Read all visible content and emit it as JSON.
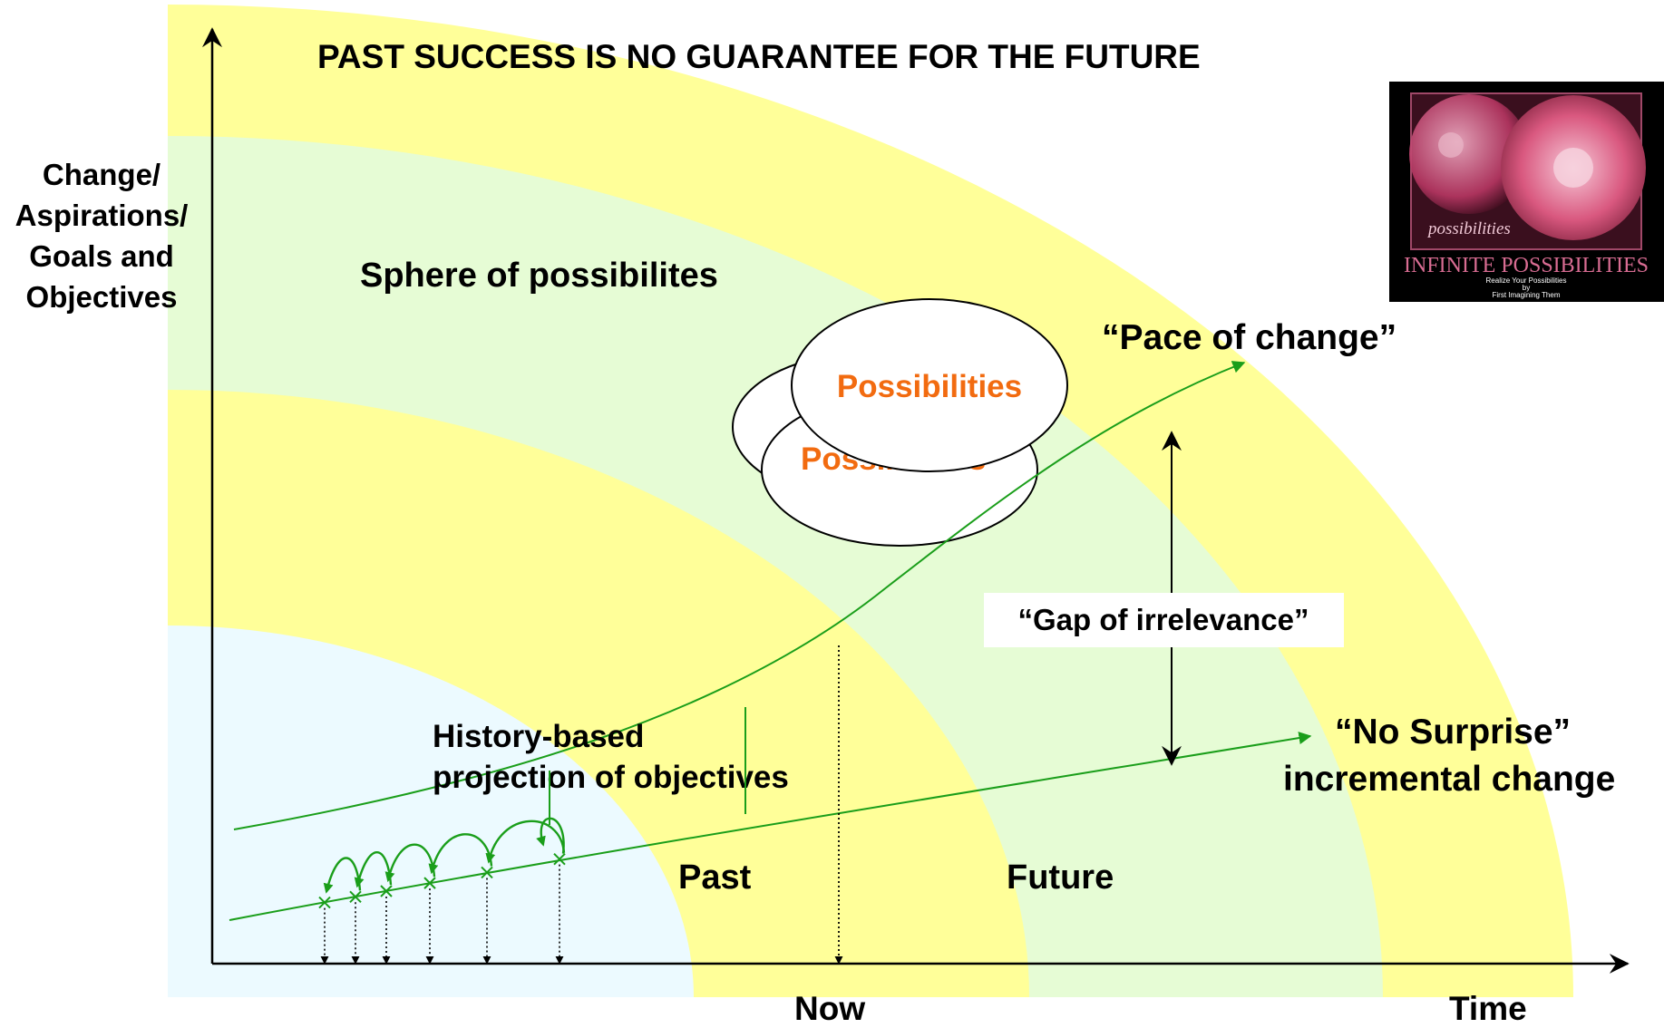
{
  "title": "PAST SUCCESS IS NO GUARANTEE FOR THE FUTURE",
  "y_axis_label": [
    "Change/",
    "Aspirations/",
    "Goals and",
    "Objectives"
  ],
  "x_axis_label": "Time",
  "now_label": "Now",
  "regions": {
    "sphere": "Sphere of possibilites",
    "past": "Past",
    "future": "Future"
  },
  "bubbles": {
    "back": "Possibilities",
    "front": "Possibilities"
  },
  "curves": {
    "pace": "“Pace of change”",
    "no_surprise": [
      "“No Surprise”",
      "incremental change"
    ]
  },
  "gap_label": "“Gap of irrelevance”",
  "history_label": [
    "History-based",
    "projection of objectives"
  ],
  "poster": {
    "script_text": "possibilities",
    "heading": "INFINITE POSSIBILITIES",
    "lines": [
      "Realize Your Possibilities",
      "by",
      "First Imagining Them"
    ]
  },
  "colors": {
    "band_yellow": "#ffff99",
    "band_green": "#e6fcd5",
    "band_blue": "#ecfaff",
    "curve_green": "#1a9e1a",
    "orange_text": "#f26b10"
  }
}
